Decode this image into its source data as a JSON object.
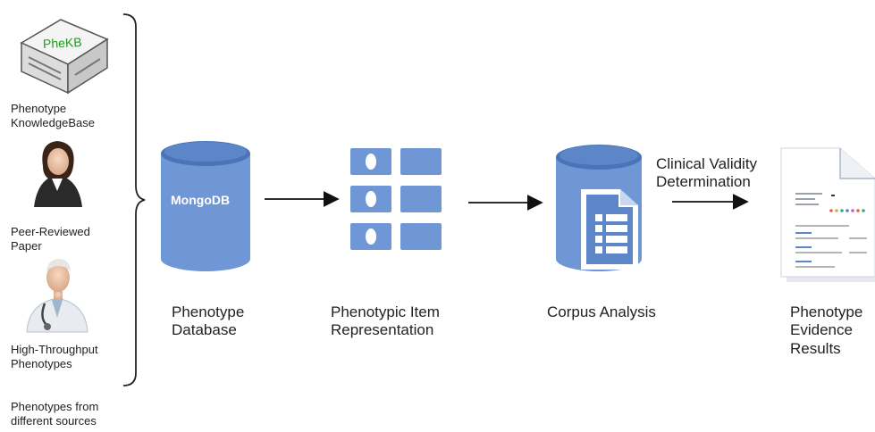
{
  "sources": {
    "pheKB": {
      "logo_text": "PheKB",
      "label_line1": "Phenotype",
      "label_line2": "KnowledgeBase"
    },
    "paper": {
      "label_line1": "Peer-Reviewed",
      "label_line2": "Paper"
    },
    "htp": {
      "label_line1": "High-Throughput",
      "label_line2": "Phenotypes"
    },
    "caption_line1": "Phenotypes from",
    "caption_line2": "different sources"
  },
  "database": {
    "logo_text": "MongoDB",
    "label_line1": "Phenotype",
    "label_line2": "Database"
  },
  "representation": {
    "label_line1": "Phenotypic Item",
    "label_line2": "Representation"
  },
  "corpus": {
    "label": "Corpus Analysis"
  },
  "validity": {
    "line1": "Clinical Validity",
    "line2": "Determination"
  },
  "results": {
    "label_line1": "Phenotype",
    "label_line2": "Evidence",
    "label_line3": "Results"
  },
  "colors": {
    "accent": "#6f97d6",
    "accent_dark": "#4a74b8",
    "pheKB_green": "#1aa01a"
  }
}
